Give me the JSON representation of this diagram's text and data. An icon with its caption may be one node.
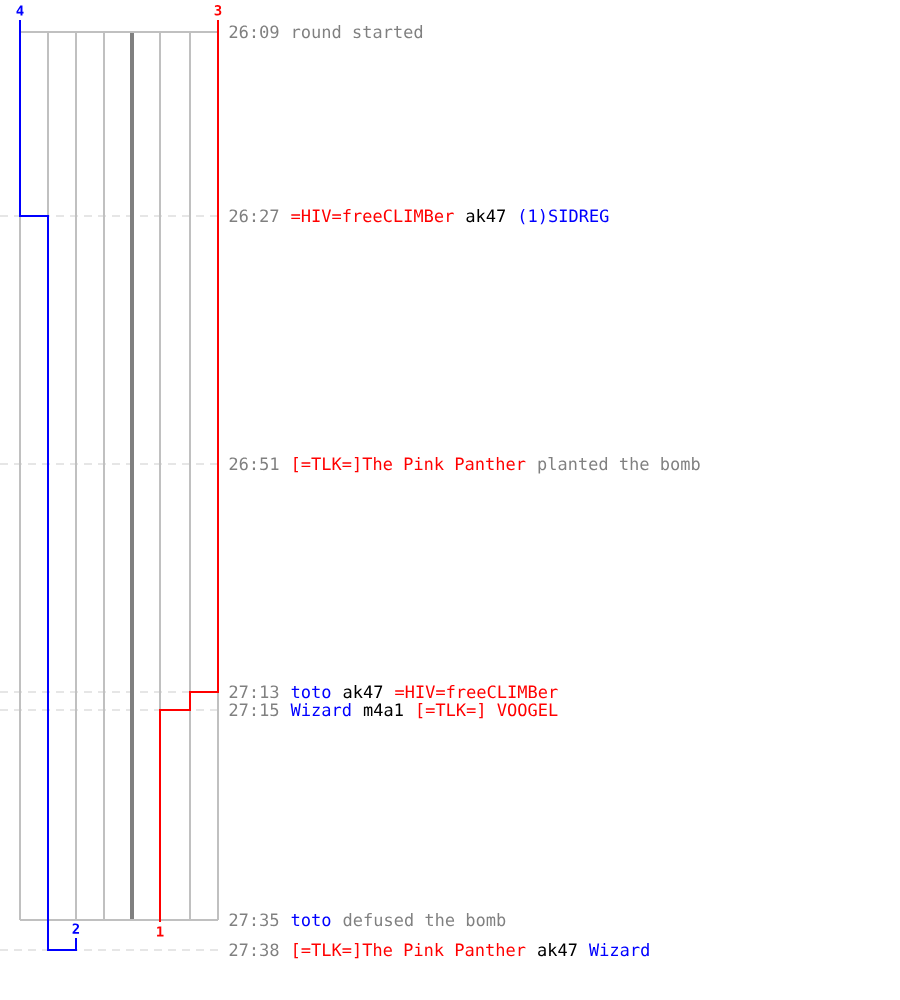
{
  "diagram": {
    "labels": [
      "4",
      "3",
      "26:09",
      "round started",
      "26:27",
      "=HIV=freeCLIMBer",
      "ak47",
      "(1)SIDREG",
      "26:51",
      "[=TLK=]The Pink Panther",
      "planted the bomb",
      "27:13",
      "toto",
      "ak47",
      "=HIV=freeCLIMBer",
      "27:15",
      "Wizard",
      "m4a1",
      "[=TLK=] VOOGEL",
      "2",
      "1",
      "27:35",
      "toto",
      "defused the bomb",
      "27:38",
      "[=TLK=]The Pink Panther",
      "ak47",
      "Wizard"
    ]
  }
}
